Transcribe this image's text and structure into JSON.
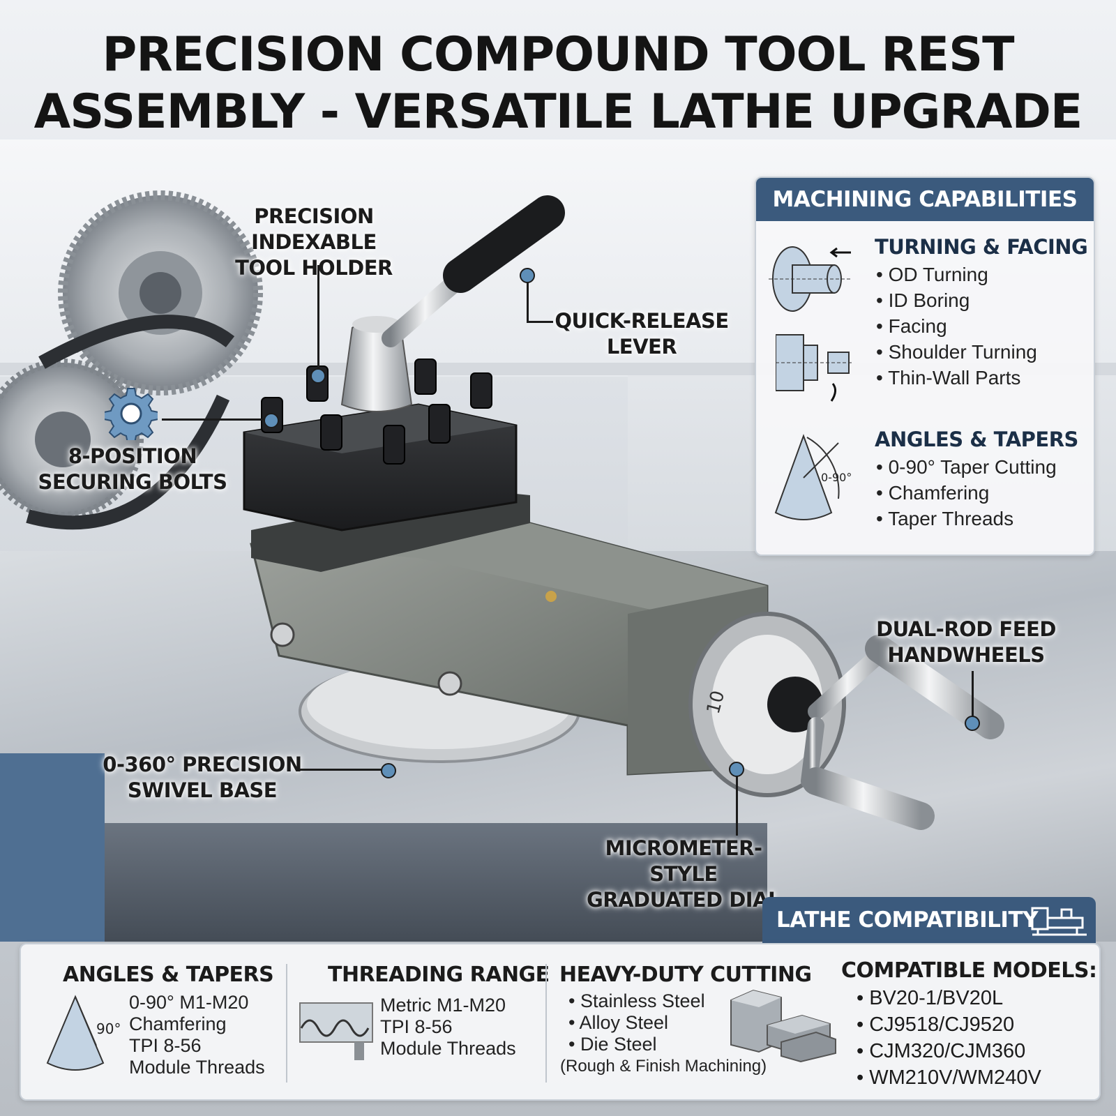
{
  "title": {
    "line1": "PRECISION COMPOUND TOOL REST",
    "line2": "ASSEMBLY - VERSATILE LATHE UPGRADE"
  },
  "callouts": {
    "tool_holder": [
      "PRECISION INDEXABLE",
      "TOOL HOLDER"
    ],
    "lever": [
      "QUICK-RELEASE",
      "LEVER"
    ],
    "bolts": [
      "8-POSITION",
      "SECURING BOLTS"
    ],
    "swivel": [
      "0-360° PRECISION",
      "SWIVEL BASE"
    ],
    "handwheels": [
      "DUAL-ROD FEED",
      "HANDWHEELS"
    ],
    "dial": [
      "MICROMETER-STYLE",
      "GRADUATED DIAL"
    ]
  },
  "dial_mark": "10",
  "capabilities": {
    "header": "MACHINING CAPABILITIES",
    "turning": {
      "title": "TURNING & FACING",
      "items": [
        "OD Turning",
        "ID Boring",
        "Facing",
        "Shoulder Turning",
        "Thin-Wall Parts"
      ]
    },
    "angles": {
      "title": "ANGLES & TAPERS",
      "items": [
        "0-90° Taper Cutting",
        "Chamfering",
        "Taper Threads"
      ],
      "icon_label": "0-90°"
    }
  },
  "compatibility": {
    "header": "LATHE COMPATIBILITY",
    "angles": {
      "title": "ANGLES & TAPERS",
      "lines": [
        "0-90° M1-M20",
        "Chamfering",
        "TPI 8-56",
        "Module Threads"
      ],
      "icon_label": "90°"
    },
    "threading": {
      "title": "THREADING RANGE",
      "lines": [
        "Metric M1-M20",
        "TPI 8-56",
        "Module Threads"
      ]
    },
    "cutting": {
      "title": "HEAVY-DUTY CUTTING",
      "items": [
        "Stainless Steel",
        "Alloy Steel",
        "Die Steel"
      ],
      "note": "(Rough & Finish Machining)"
    },
    "models": {
      "title": "COMPATIBLE MODELS:",
      "items": [
        "BV20-1/BV20L",
        "CJ9518/CJ9520",
        "CJM320/CJM360",
        "WM210V/WM240V"
      ]
    }
  },
  "colors": {
    "accent": "#3b5a7d",
    "text": "#141414",
    "dot": "#5f8fb8"
  },
  "icons": [
    "gear-icon",
    "turning-icon",
    "facing-icon",
    "cone-icon",
    "thread-icon",
    "steel-blocks-icon",
    "lathe-icon"
  ]
}
